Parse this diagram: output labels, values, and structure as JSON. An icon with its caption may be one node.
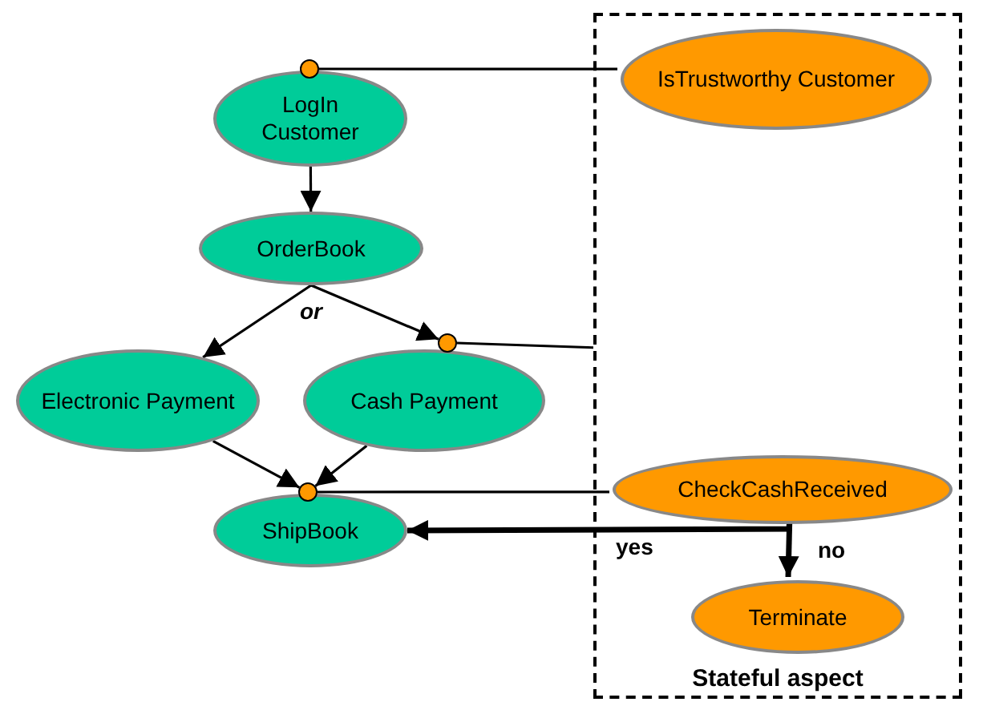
{
  "diagram": {
    "nodes": [
      {
        "text": [
          "LogIn Customer"
        ]
      },
      {
        "text": [
          "OrderBook"
        ]
      },
      {
        "text": [
          "Electronic Payment"
        ]
      },
      {
        "text": [
          "Cash Payment"
        ]
      },
      {
        "text": [
          "ShipBook"
        ]
      },
      {
        "text": [
          "Stateful aspect"
        ]
      },
      {
        "text": [
          "IsTrustworthy Customer"
        ],
        "in": 5
      },
      {
        "text": [
          "CheckCashReceived"
        ],
        "in": 5
      },
      {
        "text": [
          "Terminate"
        ],
        "in": 5
      },
      {
        "text": [],
        "shape": "circle"
      },
      {
        "text": [],
        "shape": "circle"
      },
      {
        "text": [],
        "shape": "circle"
      }
    ],
    "edges": [
      {
        "from": 0,
        "to": 1,
        "arrow": "to"
      },
      {
        "from": 1,
        "to": 2,
        "arrow": "to"
      },
      {
        "from": 1,
        "to": 10,
        "arrow": "to"
      },
      {
        "from": 2,
        "to": 11,
        "arrow": "to"
      },
      {
        "from": 3,
        "to": 11,
        "arrow": "to"
      },
      {
        "from": 9,
        "to": 6,
        "arrow": "none"
      },
      {
        "from": 10,
        "to": 5,
        "arrow": "none"
      },
      {
        "from": 11,
        "to": 7,
        "arrow": "none"
      },
      {
        "from": 7,
        "to": 4,
        "arrow": "to",
        "label": "yes",
        "style": "thick"
      },
      {
        "from": 7,
        "to": 8,
        "arrow": "to",
        "label": "no",
        "style": "thick"
      }
    ],
    "labels": [
      "or"
    ]
  }
}
